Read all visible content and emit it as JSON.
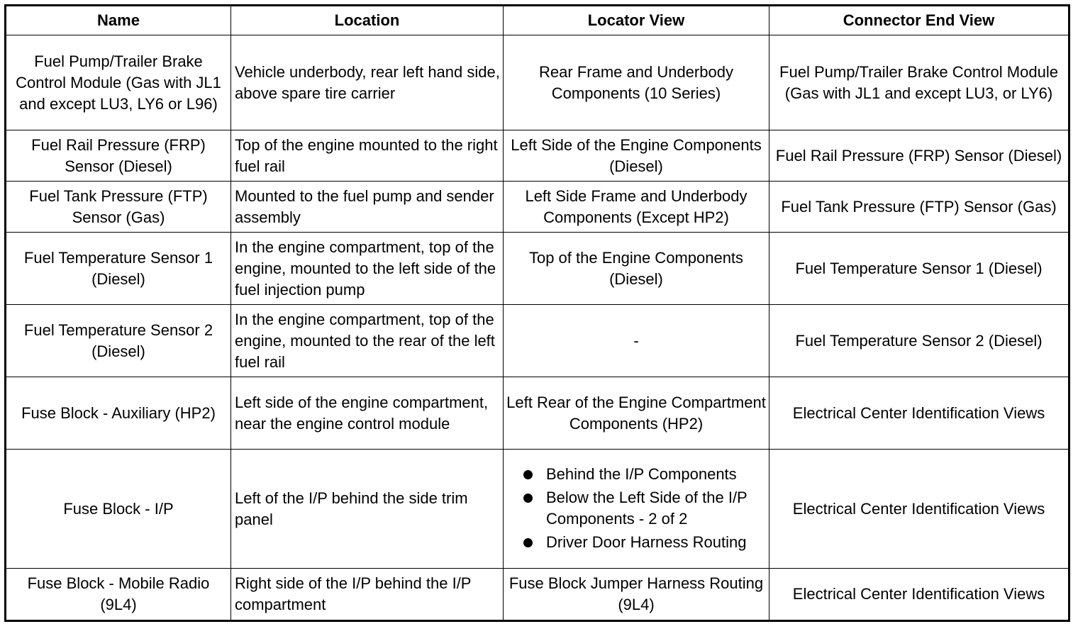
{
  "headers": {
    "name": "Name",
    "location": "Location",
    "locator_view": "Locator View",
    "connector_end_view": "Connector End View"
  },
  "rows": [
    {
      "name": "Fuel Pump/Trailer Brake Control Module (Gas with JL1 and except LU3, LY6 or L96)",
      "location": "Vehicle underbody, rear left hand side, above spare tire carrier",
      "locator_view": "Rear Frame and Underbody Components (10 Series)",
      "connector_end_view": "Fuel Pump/Trailer Brake Control Module (Gas with JL1 and except LU3, or LY6)"
    },
    {
      "name": "Fuel Rail Pressure (FRP) Sensor (Diesel)",
      "location": "Top of the engine mounted to the right fuel rail",
      "locator_view": "Left Side of the Engine Components (Diesel)",
      "connector_end_view": "Fuel Rail Pressure (FRP) Sensor (Diesel)"
    },
    {
      "name": "Fuel Tank Pressure (FTP) Sensor (Gas)",
      "location": "Mounted to the fuel pump and sender assembly",
      "locator_view": "Left Side Frame and Underbody Components (Except HP2)",
      "connector_end_view": "Fuel Tank Pressure (FTP) Sensor (Gas)"
    },
    {
      "name": "Fuel Temperature Sensor 1 (Diesel)",
      "location": "In the engine compartment, top of the engine, mounted to the left side of the fuel injection pump",
      "locator_view": "Top of the Engine Components (Diesel)",
      "connector_end_view": "Fuel Temperature Sensor 1 (Diesel)"
    },
    {
      "name": "Fuel Temperature Sensor 2 (Diesel)",
      "location": "In the engine compartment, top of the engine, mounted to the rear of the left fuel rail",
      "locator_view": "-",
      "connector_end_view": "Fuel Temperature Sensor 2 (Diesel)"
    },
    {
      "name": "Fuse Block - Auxiliary (HP2)",
      "location": "Left side of the engine compartment, near the engine control module",
      "locator_view": "Left Rear of the Engine Compartment Components (HP2)",
      "connector_end_view": "Electrical Center Identification Views"
    },
    {
      "name": "Fuse Block - I/P",
      "location": "Left of the I/P behind the side trim panel",
      "locator_view_items": [
        "Behind the I/P Components",
        "Below the Left Side of the I/P Components - 2 of 2",
        "Driver Door Harness Routing"
      ],
      "connector_end_view": "Electrical Center Identification Views"
    },
    {
      "name": "Fuse Block - Mobile Radio (9L4)",
      "location": "Right side of the I/P behind the I/P compartment",
      "locator_view": "Fuse Block Jumper Harness Routing (9L4)",
      "connector_end_view": "Electrical Center Identification Views"
    }
  ]
}
